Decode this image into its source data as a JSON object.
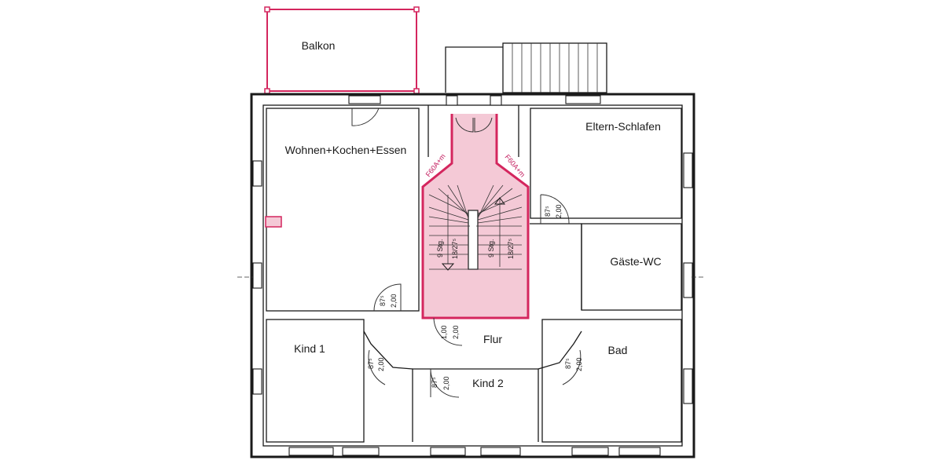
{
  "rooms": {
    "balkon": "Balkon",
    "wohnen": "Wohnen+Kochen+Essen",
    "eltern": "Eltern-Schlafen",
    "gaeste": "Gäste-WC",
    "flur": "Flur",
    "kind1": "Kind 1",
    "kind2": "Kind 2",
    "bad": "Bad"
  },
  "stairs": {
    "left": {
      "steps": "9 Stg.",
      "rise": "18/27⁵"
    },
    "right": {
      "steps": "9 Stg.",
      "rise": "18/27⁵"
    }
  },
  "fire_rating": {
    "left": "F60A+m",
    "right": "F60A+m"
  },
  "door_dims": {
    "eltern": {
      "width": "87⁵",
      "height": "2,00"
    },
    "wohnen": {
      "width": "87⁵",
      "height": "2,00"
    },
    "stair_exit": {
      "width": "1,00",
      "height": "2,00"
    },
    "kind1": {
      "width": "87⁵",
      "height": "2,00"
    },
    "kind2": {
      "width": "87⁵",
      "height": "2,00"
    },
    "bad": {
      "width": "87⁵",
      "height": "2,00"
    }
  },
  "colors": {
    "walls": "#1a1a1a",
    "fire_wall": "#d4265e",
    "fire_fill": "#f4c9d6"
  }
}
